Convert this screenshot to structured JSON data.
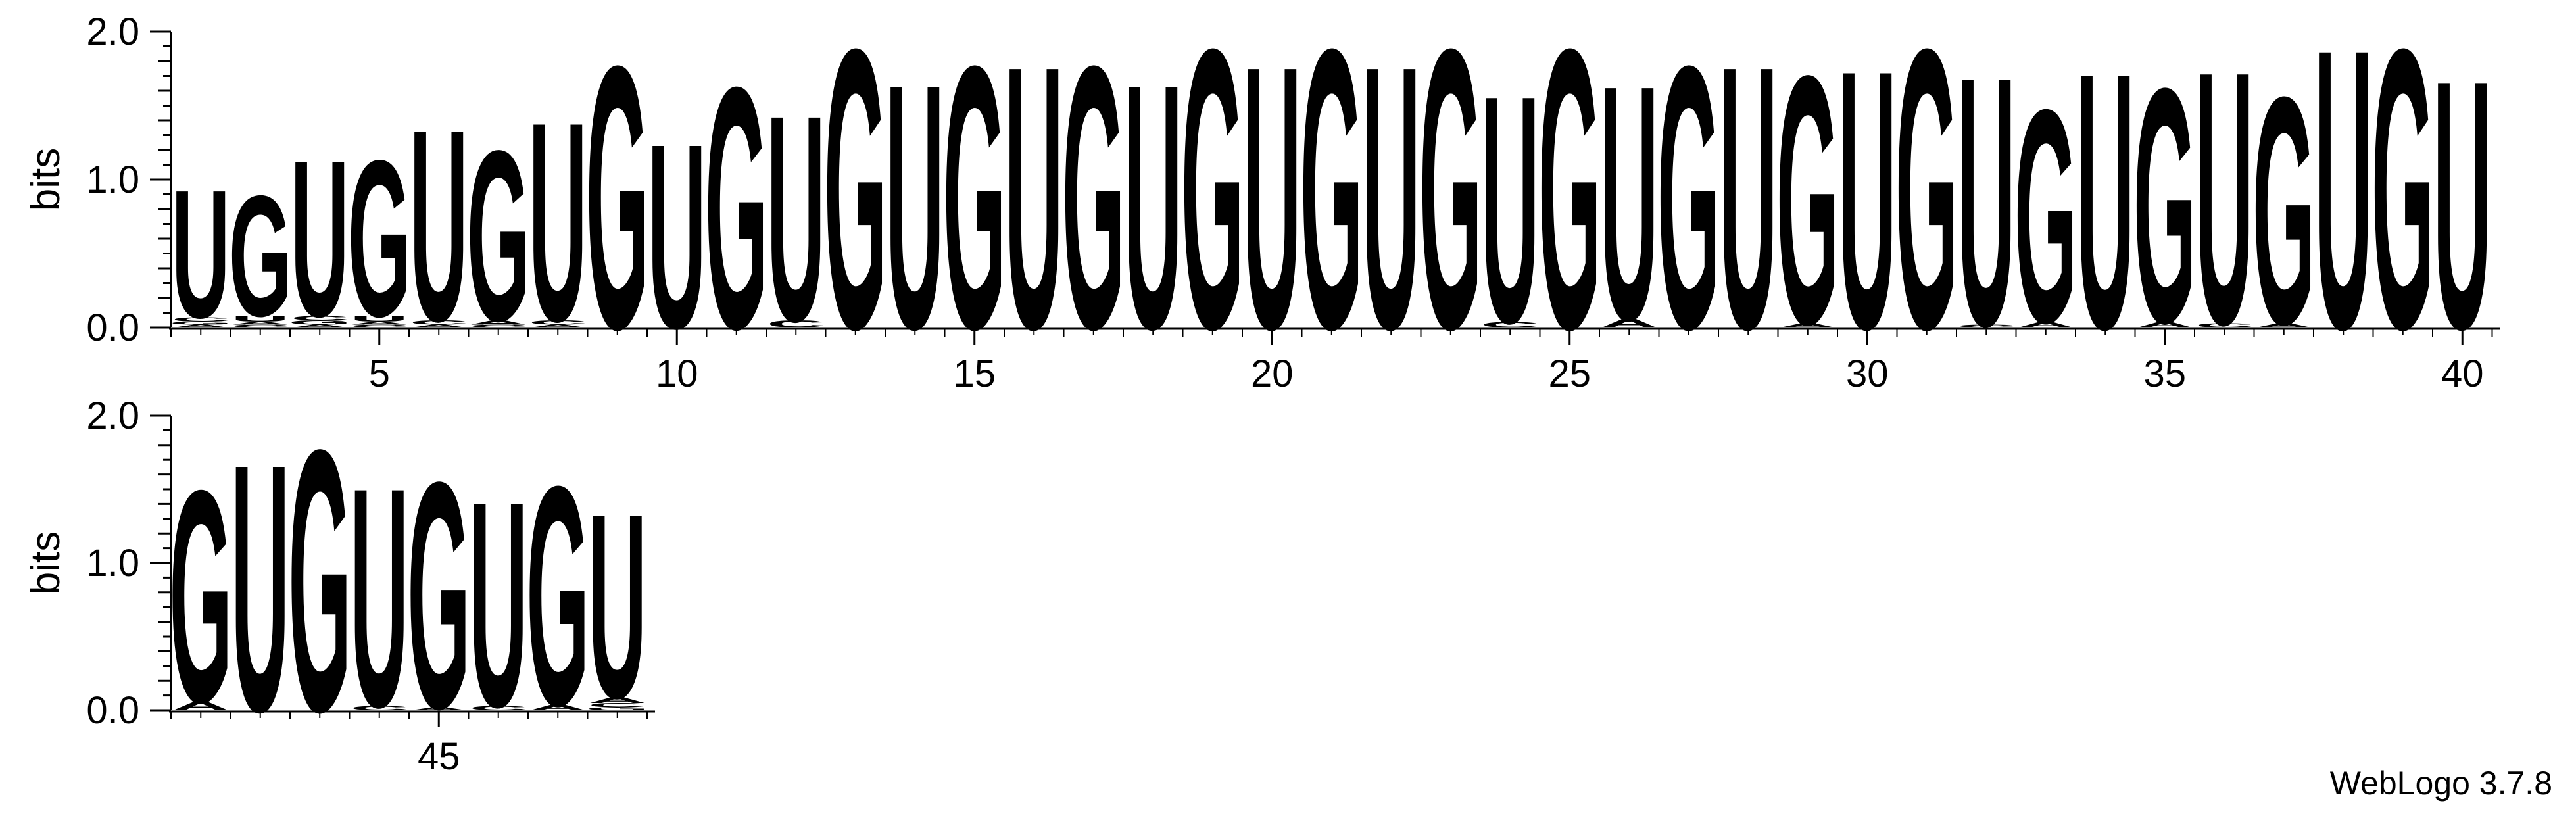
{
  "chart_data": {
    "type": "sequence_logo",
    "ylabel": "bits",
    "ylim": [
      0,
      2.0
    ],
    "yticks": [
      "0.0",
      "1.0",
      "2.0"
    ],
    "x_tick_labels": [
      5,
      10,
      15,
      20,
      25,
      30,
      35,
      40,
      45
    ],
    "positions": [
      2,
      3,
      4,
      5,
      6,
      7,
      8,
      9,
      10,
      11,
      12,
      13,
      14,
      15,
      16,
      17,
      18,
      19,
      20,
      21,
      22,
      23,
      24,
      25,
      26,
      27,
      28,
      29,
      30,
      31,
      32,
      33,
      34,
      35,
      36,
      37,
      38,
      39,
      40,
      41,
      42,
      43,
      44,
      45,
      46,
      47,
      48
    ],
    "rows": [
      {
        "first": 2,
        "last": 40
      },
      {
        "first": 41,
        "last": 48
      }
    ],
    "letters": [
      {
        "pos": 2,
        "stack": [
          {
            "letter": "A",
            "bits": 0.02
          },
          {
            "letter": "G",
            "bits": 0.02
          },
          {
            "letter": "C",
            "bits": 0.03
          },
          {
            "letter": "U",
            "bits": 0.9
          }
        ]
      },
      {
        "pos": 3,
        "stack": [
          {
            "letter": "C",
            "bits": 0.02
          },
          {
            "letter": "A",
            "bits": 0.02
          },
          {
            "letter": "U",
            "bits": 0.04
          },
          {
            "letter": "G",
            "bits": 0.85
          }
        ]
      },
      {
        "pos": 4,
        "stack": [
          {
            "letter": "A",
            "bits": 0.02
          },
          {
            "letter": "G",
            "bits": 0.03
          },
          {
            "letter": "C",
            "bits": 0.03
          },
          {
            "letter": "U",
            "bits": 1.1
          }
        ]
      },
      {
        "pos": 5,
        "stack": [
          {
            "letter": "C",
            "bits": 0.02
          },
          {
            "letter": "A",
            "bits": 0.02
          },
          {
            "letter": "U",
            "bits": 0.04
          },
          {
            "letter": "G",
            "bits": 1.1
          }
        ]
      },
      {
        "pos": 6,
        "stack": [
          {
            "letter": "A",
            "bits": 0.02
          },
          {
            "letter": "C",
            "bits": 0.03
          },
          {
            "letter": "U",
            "bits": 1.35
          }
        ]
      },
      {
        "pos": 7,
        "stack": [
          {
            "letter": "C",
            "bits": 0.02
          },
          {
            "letter": "A",
            "bits": 0.03
          },
          {
            "letter": "G",
            "bits": 1.2
          }
        ]
      },
      {
        "pos": 8,
        "stack": [
          {
            "letter": "A",
            "bits": 0.02
          },
          {
            "letter": "C",
            "bits": 0.03
          },
          {
            "letter": "U",
            "bits": 1.4
          }
        ]
      },
      {
        "pos": 9,
        "stack": [
          {
            "letter": "G",
            "bits": 1.85
          }
        ]
      },
      {
        "pos": 10,
        "stack": [
          {
            "letter": "U",
            "bits": 1.3
          }
        ]
      },
      {
        "pos": 11,
        "stack": [
          {
            "letter": "G",
            "bits": 1.7
          }
        ]
      },
      {
        "pos": 12,
        "stack": [
          {
            "letter": "C",
            "bits": 0.05
          },
          {
            "letter": "U",
            "bits": 1.45
          }
        ]
      },
      {
        "pos": 13,
        "stack": [
          {
            "letter": "G",
            "bits": 1.97
          }
        ]
      },
      {
        "pos": 14,
        "stack": [
          {
            "letter": "U",
            "bits": 1.72
          }
        ]
      },
      {
        "pos": 15,
        "stack": [
          {
            "letter": "G",
            "bits": 1.85
          }
        ]
      },
      {
        "pos": 16,
        "stack": [
          {
            "letter": "U",
            "bits": 1.85
          }
        ]
      },
      {
        "pos": 17,
        "stack": [
          {
            "letter": "G",
            "bits": 1.85
          }
        ]
      },
      {
        "pos": 18,
        "stack": [
          {
            "letter": "U",
            "bits": 1.72
          }
        ]
      },
      {
        "pos": 19,
        "stack": [
          {
            "letter": "G",
            "bits": 1.97
          }
        ]
      },
      {
        "pos": 20,
        "stack": [
          {
            "letter": "U",
            "bits": 1.85
          }
        ]
      },
      {
        "pos": 21,
        "stack": [
          {
            "letter": "G",
            "bits": 1.97
          }
        ]
      },
      {
        "pos": 22,
        "stack": [
          {
            "letter": "U",
            "bits": 1.85
          }
        ]
      },
      {
        "pos": 23,
        "stack": [
          {
            "letter": "G",
            "bits": 1.97
          }
        ]
      },
      {
        "pos": 24,
        "stack": [
          {
            "letter": "C",
            "bits": 0.04
          },
          {
            "letter": "U",
            "bits": 1.6
          }
        ]
      },
      {
        "pos": 25,
        "stack": [
          {
            "letter": "G",
            "bits": 1.97
          }
        ]
      },
      {
        "pos": 26,
        "stack": [
          {
            "letter": "A",
            "bits": 0.06
          },
          {
            "letter": "U",
            "bits": 1.65
          }
        ]
      },
      {
        "pos": 27,
        "stack": [
          {
            "letter": "G",
            "bits": 1.85
          }
        ]
      },
      {
        "pos": 28,
        "stack": [
          {
            "letter": "U",
            "bits": 1.85
          }
        ]
      },
      {
        "pos": 29,
        "stack": [
          {
            "letter": "A",
            "bits": 0.03
          },
          {
            "letter": "G",
            "bits": 1.75
          }
        ]
      },
      {
        "pos": 30,
        "stack": [
          {
            "letter": "U",
            "bits": 1.82
          }
        ]
      },
      {
        "pos": 31,
        "stack": [
          {
            "letter": "G",
            "bits": 1.97
          }
        ]
      },
      {
        "pos": 32,
        "stack": [
          {
            "letter": "C",
            "bits": 0.02
          },
          {
            "letter": "U",
            "bits": 1.75
          }
        ]
      },
      {
        "pos": 33,
        "stack": [
          {
            "letter": "A",
            "bits": 0.04
          },
          {
            "letter": "G",
            "bits": 1.5
          }
        ]
      },
      {
        "pos": 34,
        "stack": [
          {
            "letter": "U",
            "bits": 1.8
          }
        ]
      },
      {
        "pos": 35,
        "stack": [
          {
            "letter": "A",
            "bits": 0.04
          },
          {
            "letter": "G",
            "bits": 1.65
          }
        ]
      },
      {
        "pos": 36,
        "stack": [
          {
            "letter": "C",
            "bits": 0.03
          },
          {
            "letter": "U",
            "bits": 1.78
          }
        ]
      },
      {
        "pos": 37,
        "stack": [
          {
            "letter": "A",
            "bits": 0.03
          },
          {
            "letter": "G",
            "bits": 1.6
          }
        ]
      },
      {
        "pos": 38,
        "stack": [
          {
            "letter": "U",
            "bits": 1.97
          }
        ]
      },
      {
        "pos": 39,
        "stack": [
          {
            "letter": "G",
            "bits": 1.97
          }
        ]
      },
      {
        "pos": 40,
        "stack": [
          {
            "letter": "U",
            "bits": 1.75
          }
        ]
      },
      {
        "pos": 41,
        "stack": [
          {
            "letter": "A",
            "bits": 0.06
          },
          {
            "letter": "G",
            "bits": 1.5
          }
        ]
      },
      {
        "pos": 42,
        "stack": [
          {
            "letter": "U",
            "bits": 1.75
          }
        ]
      },
      {
        "pos": 43,
        "stack": [
          {
            "letter": "G",
            "bits": 1.85
          }
        ]
      },
      {
        "pos": 44,
        "stack": [
          {
            "letter": "C",
            "bits": 0.03
          },
          {
            "letter": "U",
            "bits": 1.55
          }
        ]
      },
      {
        "pos": 45,
        "stack": [
          {
            "letter": "A",
            "bits": 0.02
          },
          {
            "letter": "G",
            "bits": 1.6
          }
        ]
      },
      {
        "pos": 46,
        "stack": [
          {
            "letter": "C",
            "bits": 0.03
          },
          {
            "letter": "U",
            "bits": 1.45
          }
        ]
      },
      {
        "pos": 47,
        "stack": [
          {
            "letter": "A",
            "bits": 0.04
          },
          {
            "letter": "G",
            "bits": 1.55
          }
        ]
      },
      {
        "pos": 48,
        "stack": [
          {
            "letter": "G",
            "bits": 0.02
          },
          {
            "letter": "C",
            "bits": 0.03
          },
          {
            "letter": "A",
            "bits": 0.04
          },
          {
            "letter": "U",
            "bits": 1.3
          }
        ]
      }
    ]
  },
  "colors": {
    "A": "#008000",
    "C": "#0000cc",
    "G": "#ffa500",
    "U": "#ff0000",
    "axis": "#000000"
  },
  "footer": {
    "label": "WebLogo 3.7.8"
  }
}
